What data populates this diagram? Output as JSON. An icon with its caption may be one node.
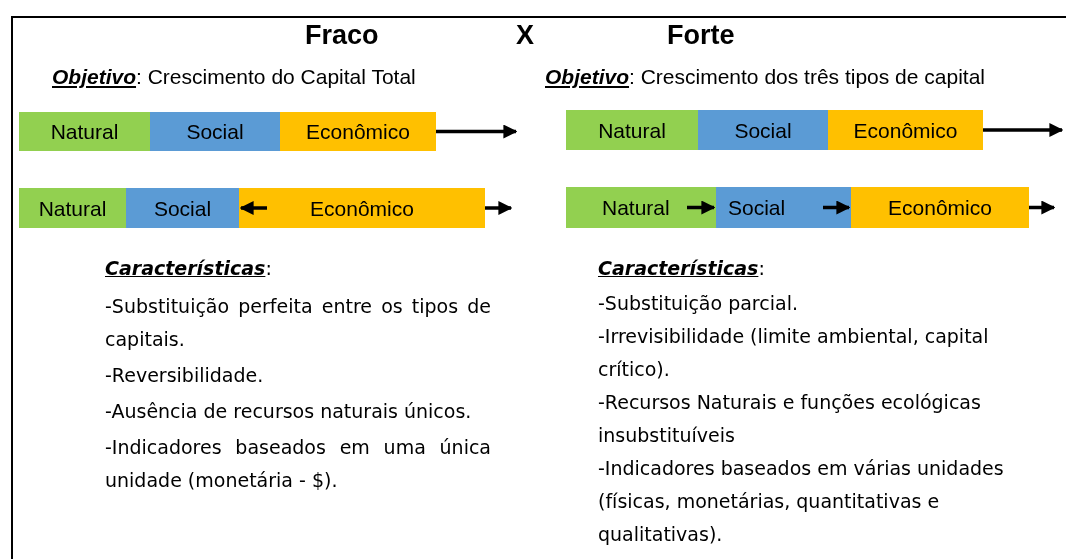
{
  "diagram": {
    "nodes": [
      {
        "text": [
          "Natural"
        ]
      },
      {
        "text": [
          "Social"
        ]
      },
      {
        "text": [
          "Econômico"
        ]
      },
      {
        "text": [
          "Natural"
        ]
      },
      {
        "text": [
          "Social"
        ]
      },
      {
        "text": [
          "Econômico"
        ]
      },
      {
        "text": [
          "Natural"
        ]
      },
      {
        "text": [
          "Social"
        ]
      },
      {
        "text": [
          "Econômico"
        ]
      },
      {
        "text": [
          "Natural"
        ]
      },
      {
        "text": [
          "Social"
        ]
      },
      {
        "text": [
          "Econômico"
        ]
      }
    ],
    "edges": [
      {
        "from": 2,
        "to": null,
        "arrow": "to"
      },
      {
        "from": 5,
        "to": 4,
        "arrow": "to"
      },
      {
        "from": 5,
        "to": null,
        "arrow": "to"
      },
      {
        "from": 8,
        "to": null,
        "arrow": "to"
      },
      {
        "from": 9,
        "to": 10,
        "arrow": "to"
      },
      {
        "from": 10,
        "to": 11,
        "arrow": "to"
      },
      {
        "from": 11,
        "to": null,
        "arrow": "to"
      }
    ],
    "labels": [
      "Fraco",
      "X",
      "Forte",
      "**Objetivo**: Crescimento do Capital Total",
      "**Objetivo**: Crescimento dos três tipos de capital",
      "**Características**:",
      "-Substituição perfeita entre os tipos de capitais.",
      "-Reversibilidade.",
      "-Ausência de recursos naturais únicos.",
      "-Indicadores baseados em uma única unidade (monetária - $).",
      "**Características**:",
      "-Substituição parcial.",
      "-Irrevisibilidade (limite ambiental, capital crítico).",
      "-Recursos Naturais e funções ecológicas insubstituíveis",
      "-Indicadores baseados em várias unidades (físicas, monetárias, quantitativas e qualitativas)."
    ]
  }
}
